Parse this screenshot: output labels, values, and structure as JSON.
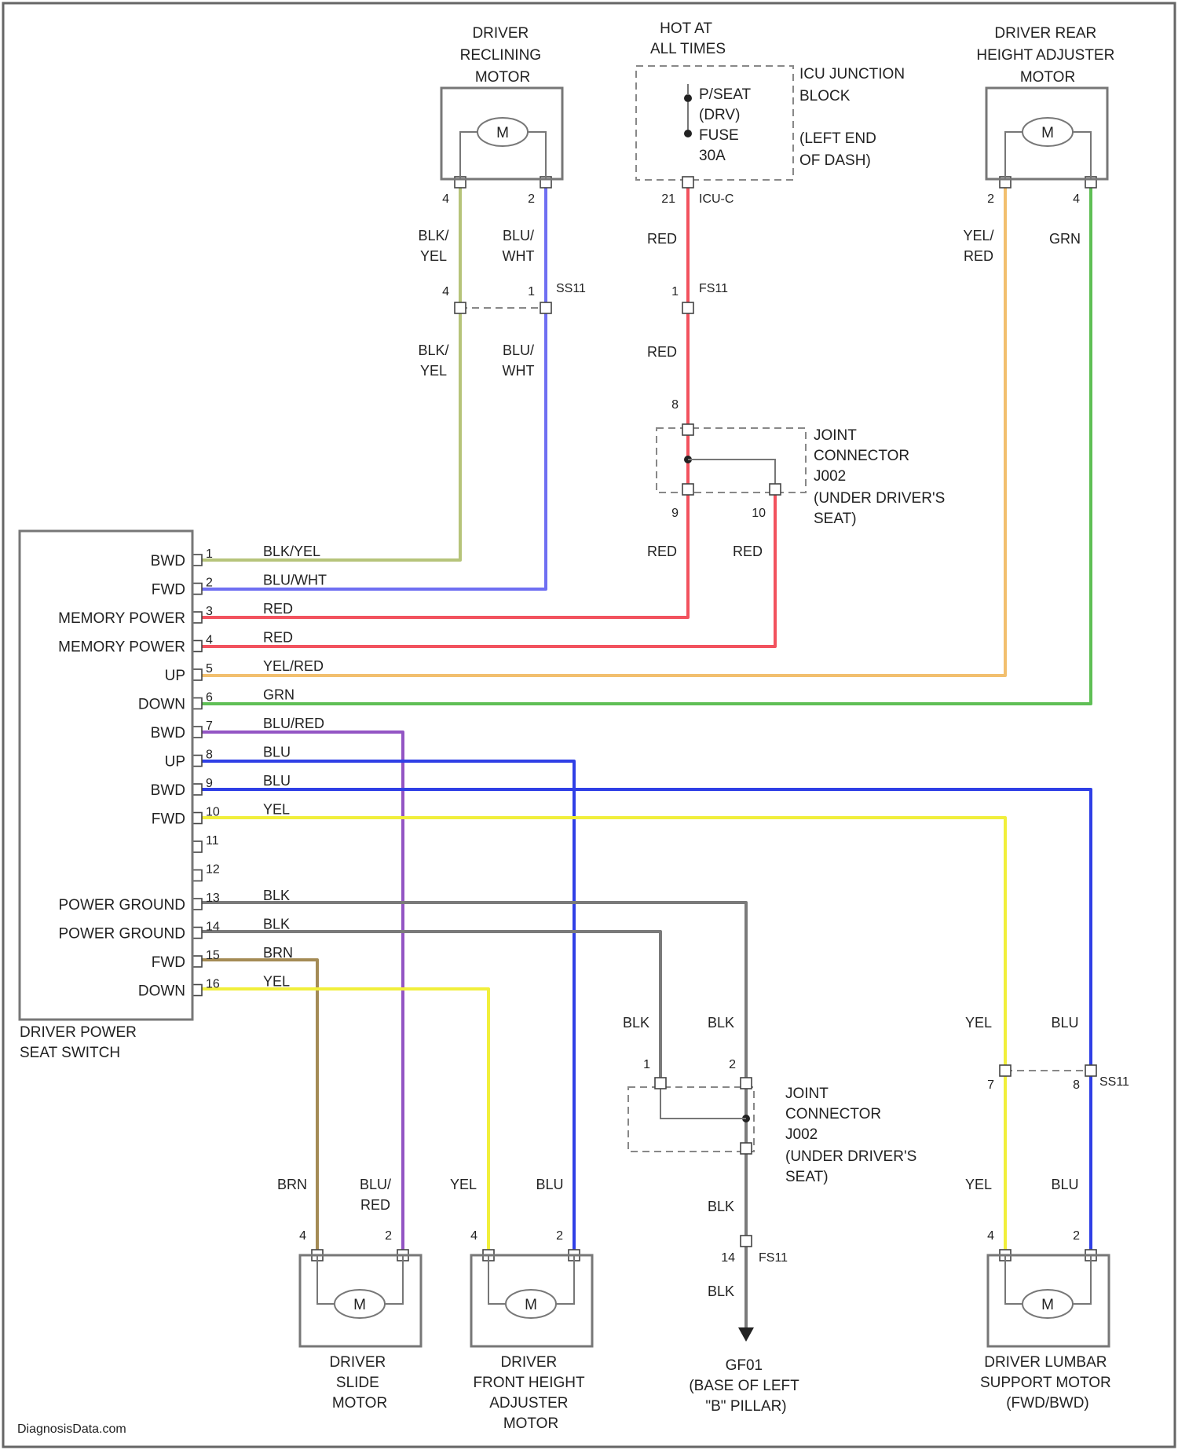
{
  "motors": {
    "recliner": [
      "DRIVER",
      "RECLINING",
      "MOTOR"
    ],
    "rear_height": [
      "DRIVER REAR",
      "HEIGHT ADJUSTER",
      "MOTOR"
    ],
    "slide": [
      "DRIVER",
      "SLIDE",
      "MOTOR"
    ],
    "front_height": [
      "DRIVER",
      "FRONT HEIGHT",
      "ADJUSTER",
      "MOTOR"
    ],
    "lumbar": [
      "DRIVER LUMBAR",
      "SUPPORT MOTOR",
      "(FWD/BWD)"
    ],
    "symbol": "M"
  },
  "power": {
    "hot_label": [
      "HOT AT",
      "ALL TIMES"
    ],
    "fuse_label": [
      "P/SEAT",
      "(DRV)",
      "FUSE",
      "30A"
    ],
    "junction_block": [
      "ICU JUNCTION",
      "BLOCK",
      "(LEFT END",
      "OF DASH)"
    ],
    "connector_pin": "21",
    "connector_name": "ICU-C"
  },
  "joint_upper": {
    "label": [
      "JOINT",
      "CONNECTOR",
      "J002",
      "(UNDER DRIVER'S",
      "SEAT)"
    ],
    "pins": [
      "8",
      "9",
      "10"
    ]
  },
  "joint_lower": {
    "label": [
      "JOINT",
      "CONNECTOR",
      "J002",
      "(UNDER DRIVER'S",
      "SEAT)"
    ],
    "pins": [
      "1",
      "2"
    ]
  },
  "ground": {
    "label": [
      "GF01",
      "(BASE OF LEFT",
      "\"B\" PILLAR)"
    ]
  },
  "inline_connectors": {
    "ss11": "SS11",
    "fs11": "FS11"
  },
  "switch": {
    "name": [
      "DRIVER POWER",
      "SEAT SWITCH"
    ],
    "pins": [
      {
        "no": "1",
        "func": "BWD",
        "wire": "BLK/YEL"
      },
      {
        "no": "2",
        "func": "FWD",
        "wire": "BLU/WHT"
      },
      {
        "no": "3",
        "func": "MEMORY POWER",
        "wire": "RED"
      },
      {
        "no": "4",
        "func": "MEMORY POWER",
        "wire": "RED"
      },
      {
        "no": "5",
        "func": "UP",
        "wire": "YEL/RED"
      },
      {
        "no": "6",
        "func": "DOWN",
        "wire": "GRN"
      },
      {
        "no": "7",
        "func": "BWD",
        "wire": "BLU/RED"
      },
      {
        "no": "8",
        "func": "UP",
        "wire": "BLU"
      },
      {
        "no": "9",
        "func": "BWD",
        "wire": "BLU"
      },
      {
        "no": "10",
        "func": "FWD",
        "wire": "YEL"
      },
      {
        "no": "11",
        "func": "",
        "wire": ""
      },
      {
        "no": "12",
        "func": "",
        "wire": ""
      },
      {
        "no": "13",
        "func": "POWER GROUND",
        "wire": "BLK"
      },
      {
        "no": "14",
        "func": "POWER GROUND",
        "wire": "BLK"
      },
      {
        "no": "15",
        "func": "FWD",
        "wire": "BRN"
      },
      {
        "no": "16",
        "func": "DOWN",
        "wire": "YEL"
      }
    ]
  },
  "pin_numbers": {
    "rec_left": "4",
    "rec_right": "2",
    "rec_ss_left": "4",
    "rec_ss_right": "1",
    "rear_left": "2",
    "rear_right": "4",
    "fs11_top": "1",
    "fs11_bottom": "14",
    "lum_ss_left": "7",
    "lum_ss_right": "8",
    "slide_left": "4",
    "slide_right": "2",
    "front_left": "4",
    "front_right": "2",
    "lum_left": "4",
    "lum_right": "2"
  },
  "wire_labels": {
    "rec_left": [
      "BLK/",
      "YEL"
    ],
    "rec_right": [
      "BLU/",
      "WHT"
    ],
    "rec_left2": [
      "BLK/",
      "YEL"
    ],
    "rec_right2": [
      "BLU/",
      "WHT"
    ],
    "red1": "RED",
    "red2": "RED",
    "red3": "RED",
    "red4": "RED",
    "rear_left": [
      "YEL/",
      "RED"
    ],
    "rear_right": "GRN",
    "gnd1": "BLK",
    "gnd2": "BLK",
    "gnd3": "BLK",
    "gnd4": "BLK",
    "lum_ss_left": "YEL",
    "lum_ss_right": "BLU",
    "slide_left": "BRN",
    "slide_right": [
      "BLU/",
      "RED"
    ],
    "front_left": "YEL",
    "front_right": "BLU",
    "lum_left": "YEL",
    "lum_right": "BLU"
  },
  "wire_colors": {
    "blk_yel": "#b6c47a",
    "blu_wht": "#6f6ff2",
    "red": "#f2525e",
    "yel_red": "#f2bf6e",
    "grn": "#5fbf55",
    "blu_red": "#9355c4",
    "blu": "#2f3fe6",
    "yel": "#f1ef3b",
    "blk": "#7a7a7a",
    "brn": "#a48b55"
  },
  "watermark": "DiagnosisData.com"
}
